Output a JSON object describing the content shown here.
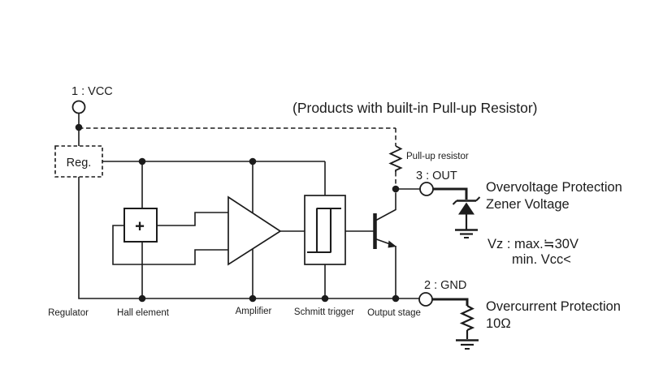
{
  "title_note": "(Products with built-in Pull-up Resistor)",
  "pins": {
    "vcc_label": "1 : VCC",
    "out_label": "3 : OUT",
    "gnd_label": "2 : GND"
  },
  "regulator": {
    "box_label": "Reg."
  },
  "pullup": {
    "label": "Pull-up resistor"
  },
  "stage_labels": [
    "Regulator",
    "Hall element",
    "Amplifier",
    "Schmitt trigger",
    "Output stage"
  ],
  "annotations": {
    "overvoltage_line1": "Overvoltage Protection",
    "overvoltage_line2": "Zener Voltage",
    "zener_spec_line1": "Vz : max.≒30V",
    "zener_spec_line2": "min. Vcc<",
    "overcurrent_line1": "Overcurrent Protection",
    "overcurrent_line2": "10Ω"
  },
  "icons": {
    "hall_symbol": "+",
    "terminal": "open-circle",
    "junction": "filled-dot",
    "resistor": "zigzag",
    "zener_diode": "z-bar-triangle",
    "ground": "three-bar-ground",
    "transistor": "npn-bjt",
    "amplifier": "triangle",
    "schmitt": "hysteresis-box"
  },
  "colors": {
    "ink": "#1c1c1c",
    "background": "#ffffff"
  }
}
